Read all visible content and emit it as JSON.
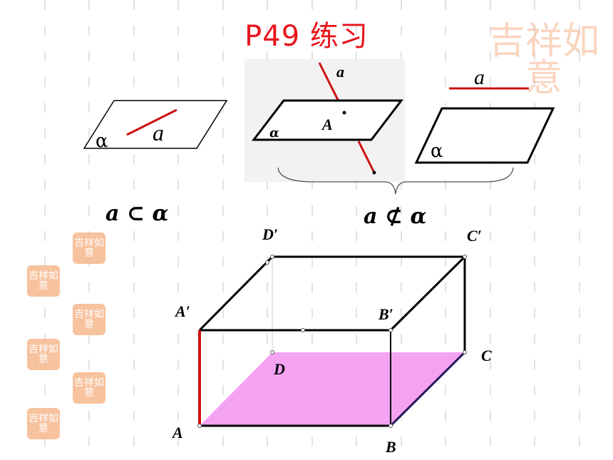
{
  "slide": {
    "title": "P49  练习"
  },
  "watermark": {
    "text": "吉祥如意",
    "color": "#f6b88e"
  },
  "figures": {
    "plane_symbol": "α",
    "line_label": "a",
    "point_label": "A",
    "contained_relation": "a ⊂ α",
    "not_contained_relation": "a ⊄ α"
  },
  "cuboid": {
    "vertices": {
      "A": "A",
      "B": "B",
      "C": "C",
      "D": "D",
      "A1": "A′",
      "B1": "B′",
      "C1": "C′",
      "D1": "D′"
    },
    "base_fill": "#f4a3f2",
    "highlight_color": "#d01010"
  },
  "colors": {
    "title": "#e8141b",
    "line": "#d01010",
    "stroke": "#000000"
  }
}
